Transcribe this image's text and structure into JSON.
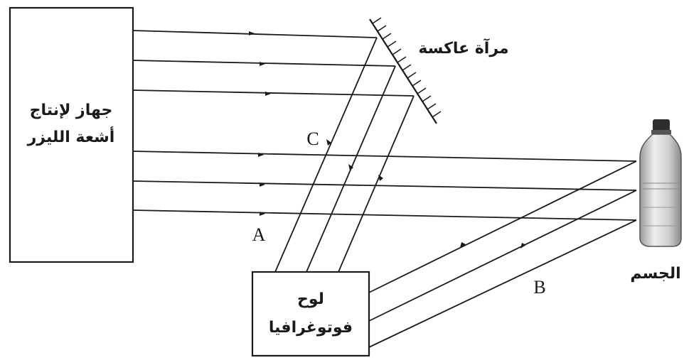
{
  "labels": {
    "laser_device": [
      "جهاز لإنتاج",
      "أشعة الليزر"
    ],
    "mirror": "مرآة عاكسة",
    "photographic_plate": [
      "لوح",
      "فوتوغرافيا"
    ],
    "object": "الجسم",
    "point_a": "A",
    "point_b": "B",
    "point_c": "C"
  },
  "colors": {
    "ink": "#1a1a1a",
    "background": "#ffffff",
    "bottle_cap": "#3a3a3a",
    "bottle_body": "#d8d8d8"
  }
}
